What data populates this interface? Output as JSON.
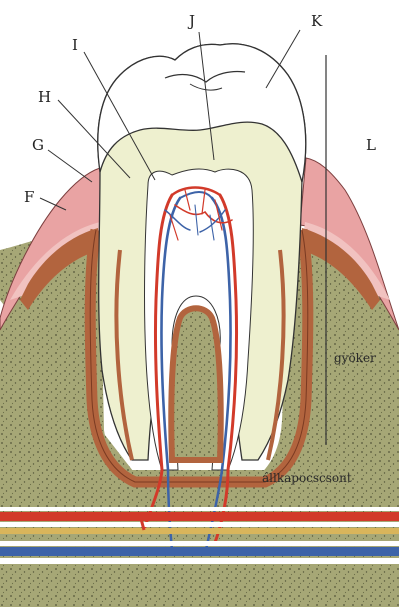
{
  "labels": {
    "F": "F",
    "G": "G",
    "H": "H",
    "I": "I",
    "J": "J",
    "K": "K",
    "L": "L"
  },
  "annotations": {
    "root": "gyöker",
    "jaw": "állkapocscsont"
  },
  "colors": {
    "background": "#ffffff",
    "bone": "#a6a776",
    "bone_dark": "#8f9063",
    "gum_pink": "#e9a3a3",
    "gum_light": "#f1c2c0",
    "periosteum": "#b2643e",
    "periosteum_dark": "#8a4427",
    "dentin": "#eef0cf",
    "enamel": "#ffffff",
    "pulp": "#ffffff",
    "artery": "#d23a2a",
    "vein": "#3d63a8",
    "nerve": "#d9b55b",
    "outline": "#333333"
  }
}
